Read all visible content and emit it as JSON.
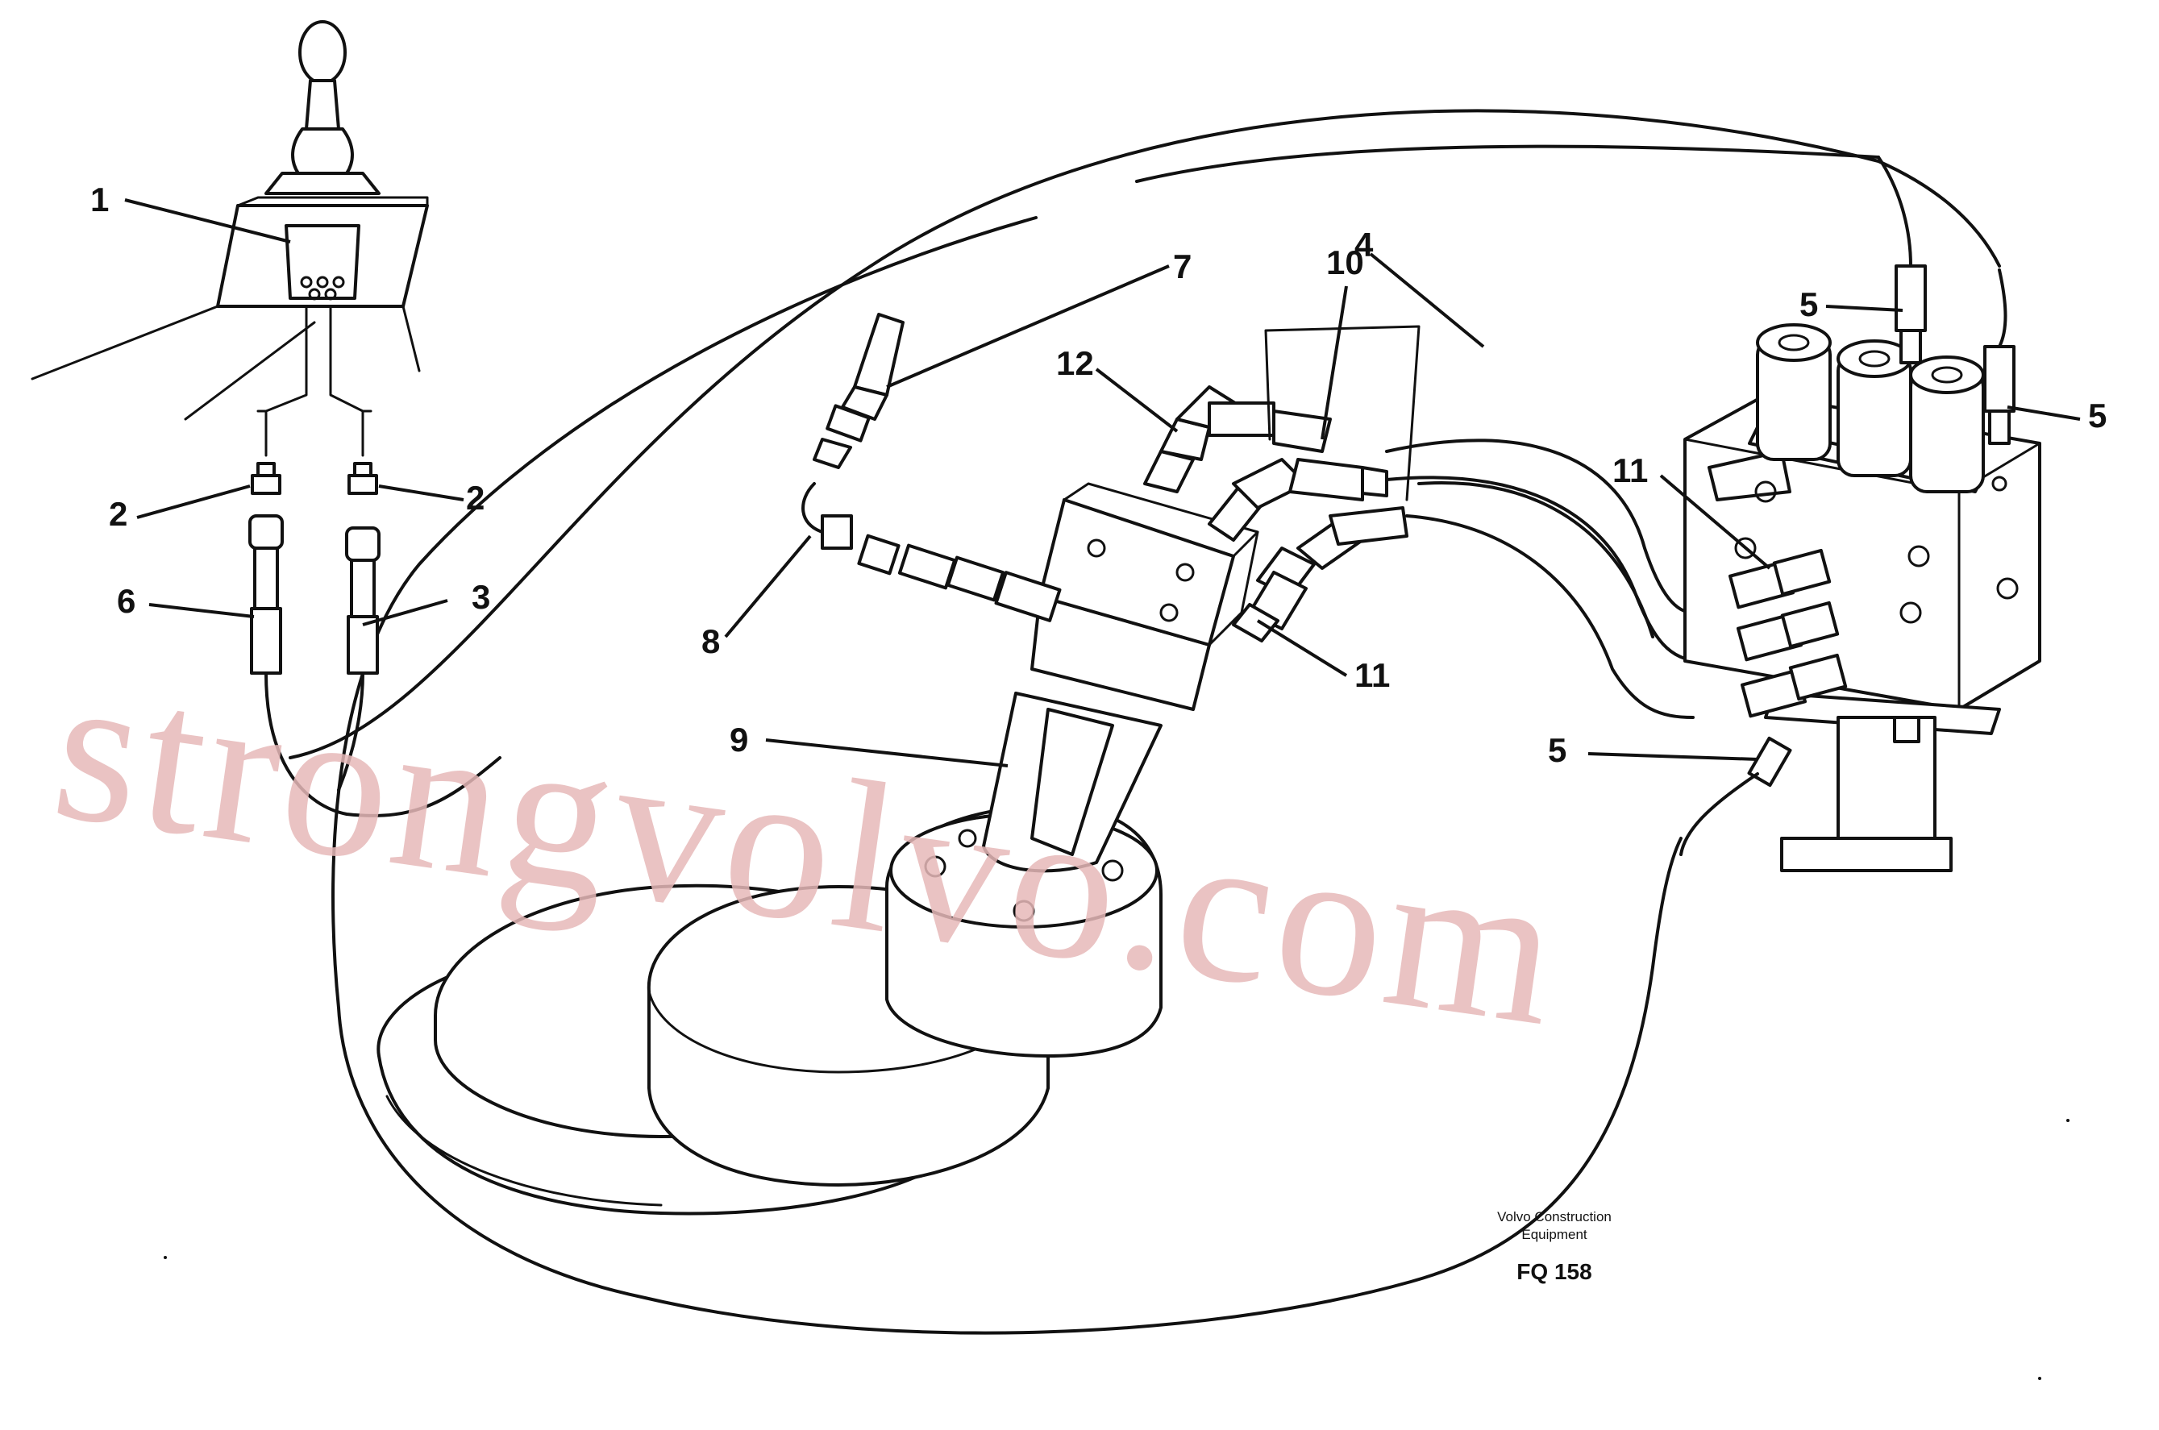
{
  "callouts": {
    "c1": "1",
    "c2a": "2",
    "c2b": "2",
    "c3": "3",
    "c4": "4",
    "c5a": "5",
    "c5b": "5",
    "c5c": "5",
    "c6": "6",
    "c7": "7",
    "c8": "8",
    "c9": "9",
    "c10": "10",
    "c11a": "11",
    "c11b": "11",
    "c12": "12"
  },
  "footer": {
    "caption_line1": "Volvo Construction",
    "caption_line2": "Equipment",
    "code": "FQ 158"
  },
  "watermark": "strongvolvo.com",
  "colors": {
    "line": "#111111",
    "watermark": "#e6b8b8",
    "background": "#ffffff"
  }
}
